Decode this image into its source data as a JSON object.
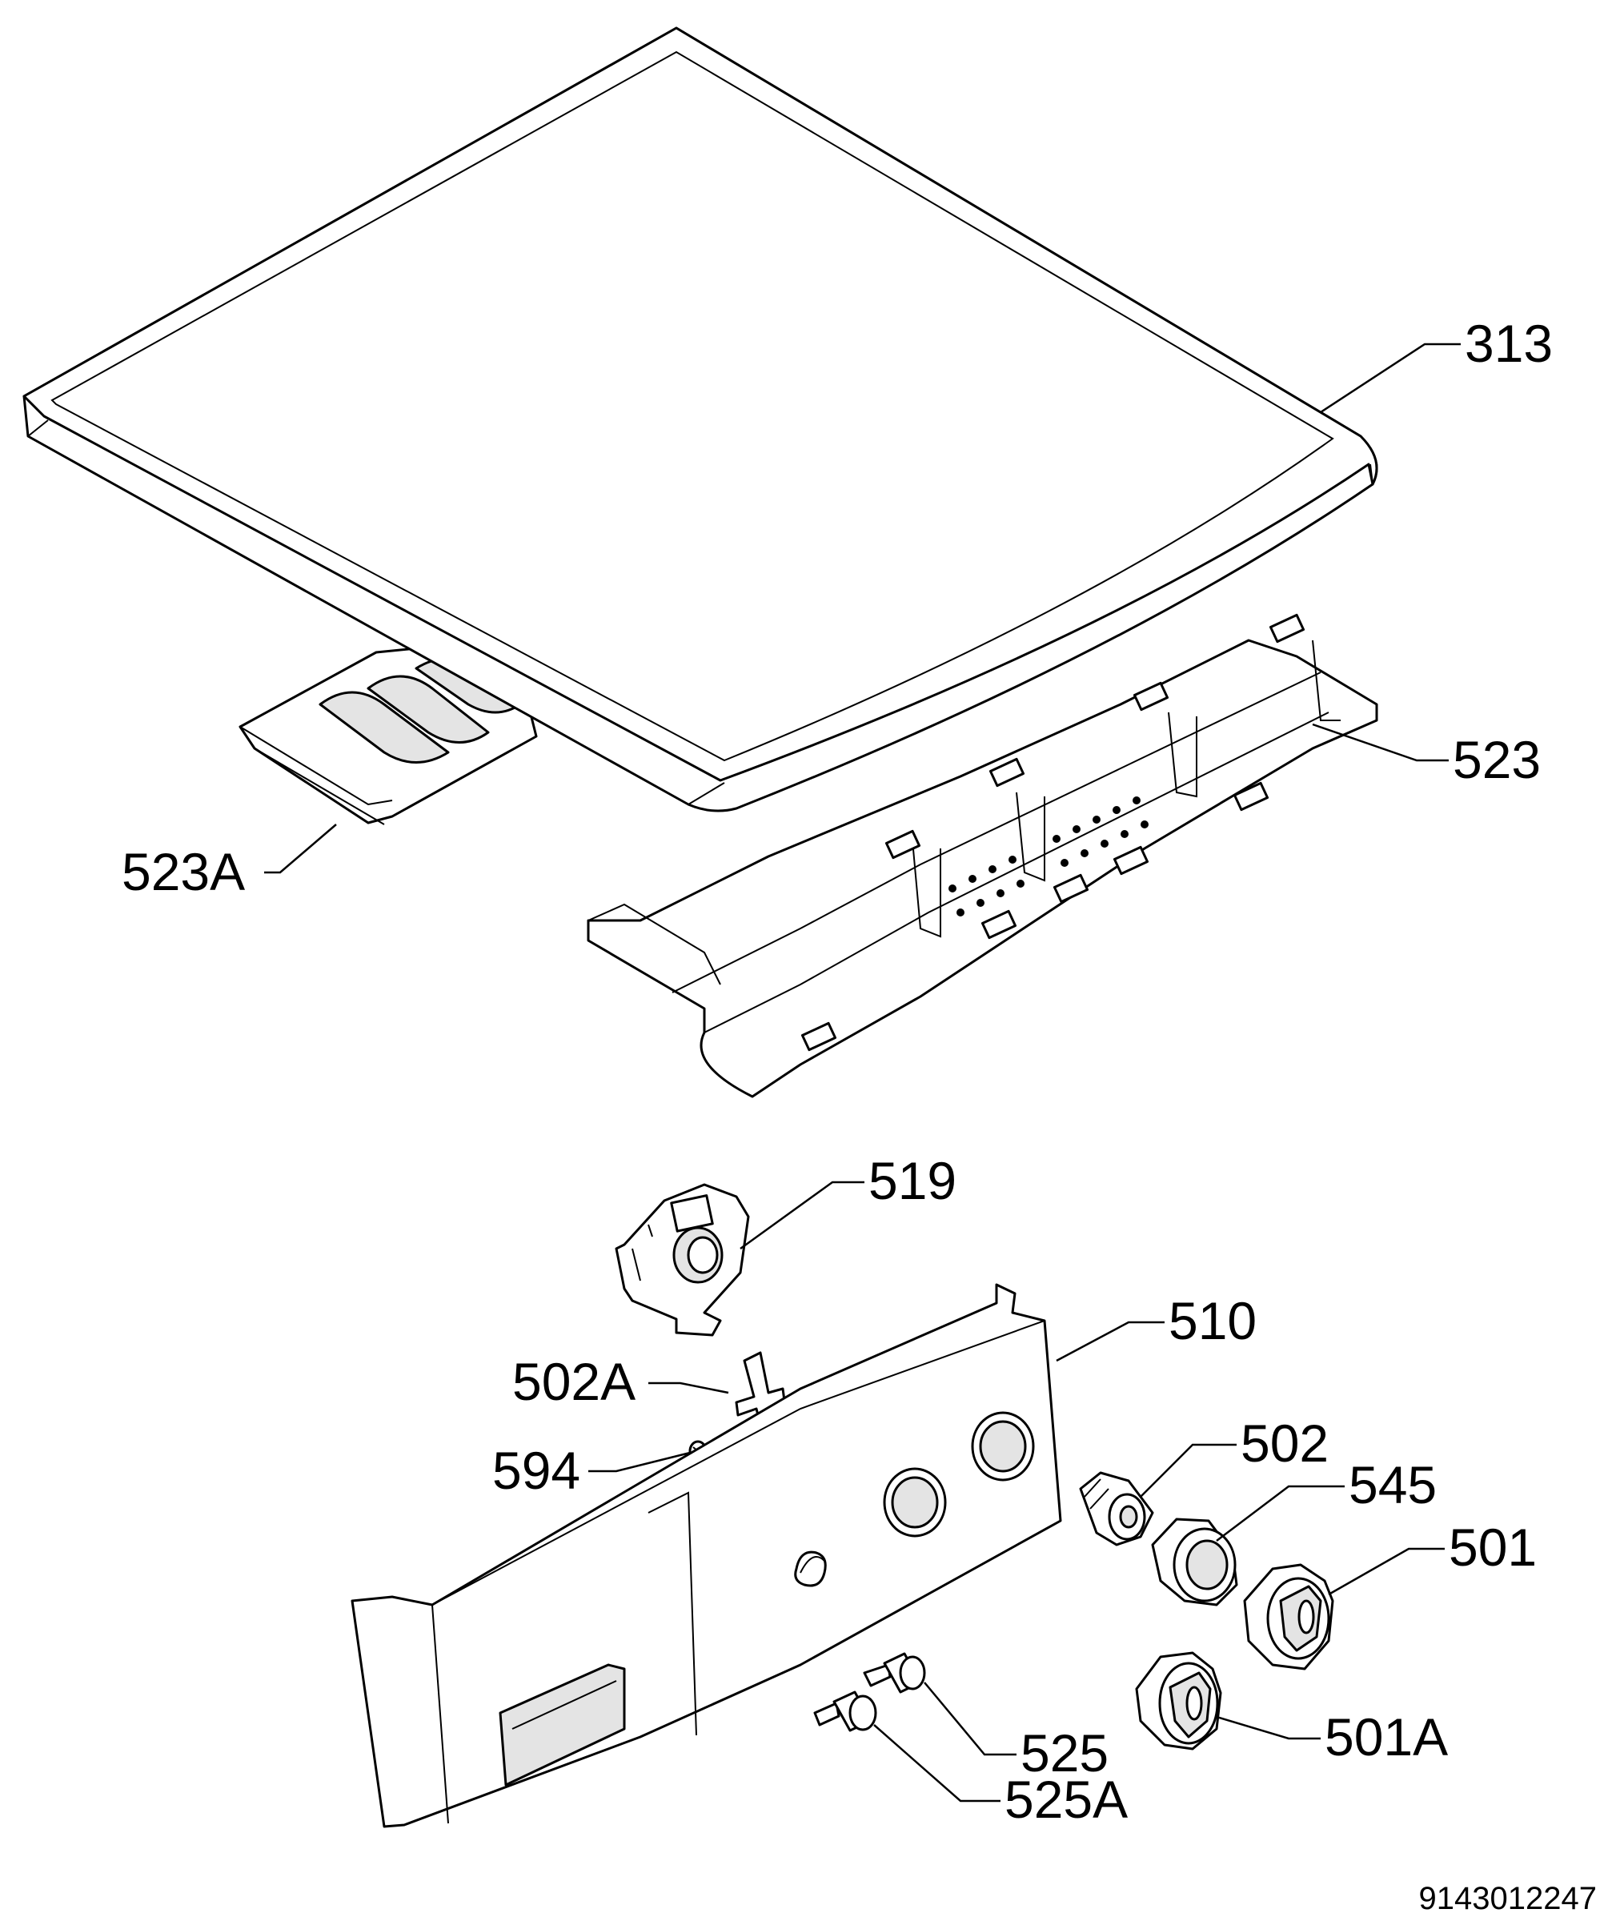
{
  "diagram": {
    "document_id": "9143012247",
    "callouts": [
      {
        "id": "313",
        "label": "313"
      },
      {
        "id": "523",
        "label": "523"
      },
      {
        "id": "523A",
        "label": "523A"
      },
      {
        "id": "519",
        "label": "519"
      },
      {
        "id": "510",
        "label": "510"
      },
      {
        "id": "502A",
        "label": "502A"
      },
      {
        "id": "594",
        "label": "594"
      },
      {
        "id": "502",
        "label": "502"
      },
      {
        "id": "545",
        "label": "545"
      },
      {
        "id": "501",
        "label": "501"
      },
      {
        "id": "501A",
        "label": "501A"
      },
      {
        "id": "525",
        "label": "525"
      },
      {
        "id": "525A",
        "label": "525A"
      }
    ]
  }
}
